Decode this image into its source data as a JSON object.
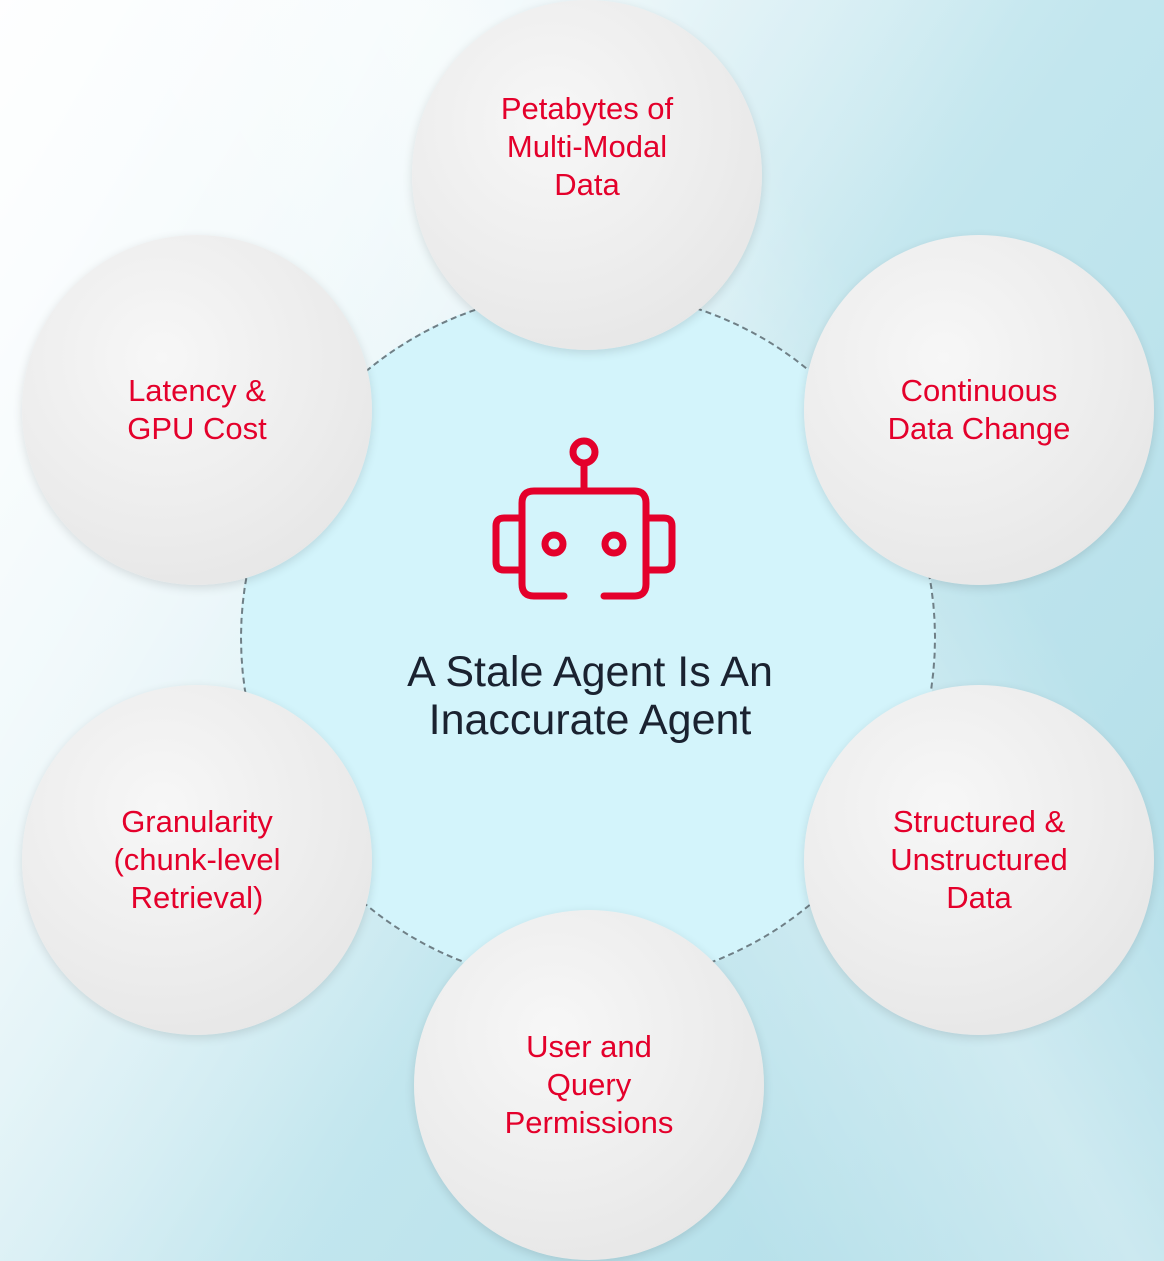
{
  "center": {
    "title": "A Stale Agent Is An Inaccurate Agent",
    "icon": "robot-icon"
  },
  "nodes": [
    {
      "id": "top",
      "label": "Petabytes of\nMulti-Modal\nData"
    },
    {
      "id": "upper-right",
      "label": "Continuous\nData Change"
    },
    {
      "id": "lower-right",
      "label": "Structured &\nUnstructured\nData"
    },
    {
      "id": "bottom",
      "label": "User and\nQuery\nPermissions"
    },
    {
      "id": "lower-left",
      "label": "Granularity\n(chunk-level\nRetrieval)"
    },
    {
      "id": "upper-left",
      "label": "Latency &\nGPU Cost"
    }
  ],
  "colors": {
    "accent": "#e4002b",
    "center_fill": "#d3f4fb",
    "node_fill": "#ececec",
    "title_text": "#1a2230"
  }
}
